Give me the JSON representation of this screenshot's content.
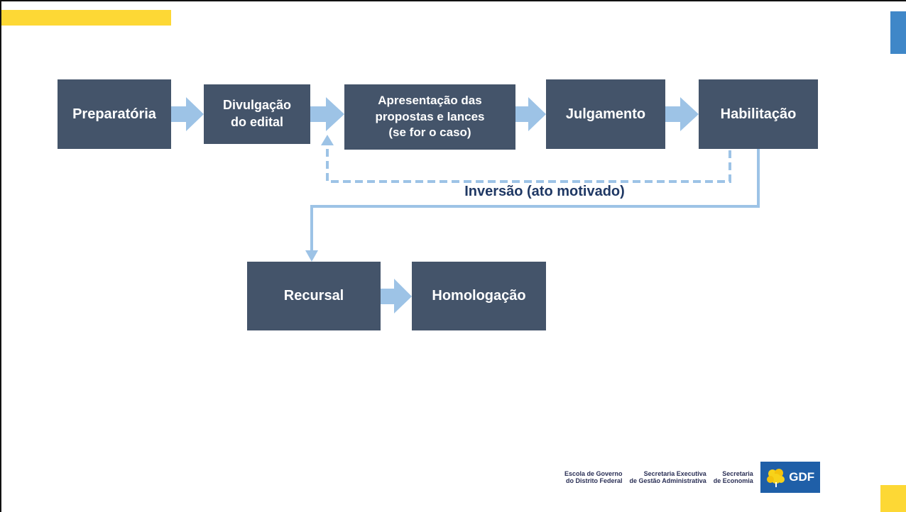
{
  "colors": {
    "box_fill": "#44546a",
    "box_text": "#ffffff",
    "arrow_fill": "#9dc3e6",
    "loop_stroke": "#9dc3e6",
    "label_text": "#1f3864",
    "accent_yellow": "#fdd835",
    "accent_blue": "#3f87c8"
  },
  "flow": {
    "preparatoria": "Preparatória",
    "divulgacao_line1": "Divulgação",
    "divulgacao_line2": "do edital",
    "apresentacao_line1": "Apresentação das",
    "apresentacao_line2": "propostas e lances",
    "apresentacao_line3": "(se for o caso)",
    "julgamento": "Julgamento",
    "habilitacao": "Habilitação",
    "recursal": "Recursal",
    "homologacao": "Homologação"
  },
  "inversion_label": "Inversão (ato motivado)",
  "footer": {
    "escola_line1": "Escola de Governo",
    "escola_line2": "do Distrito Federal",
    "secretaria_exec_line1": "Secretaria Executiva",
    "secretaria_exec_line2": "de Gestão Administrativa",
    "secretaria_eco_line1": "Secretaria",
    "secretaria_eco_line2": "de Economia",
    "gdf_logo_text": "GDF",
    "gdf_icon": "ipe-flower-icon"
  }
}
